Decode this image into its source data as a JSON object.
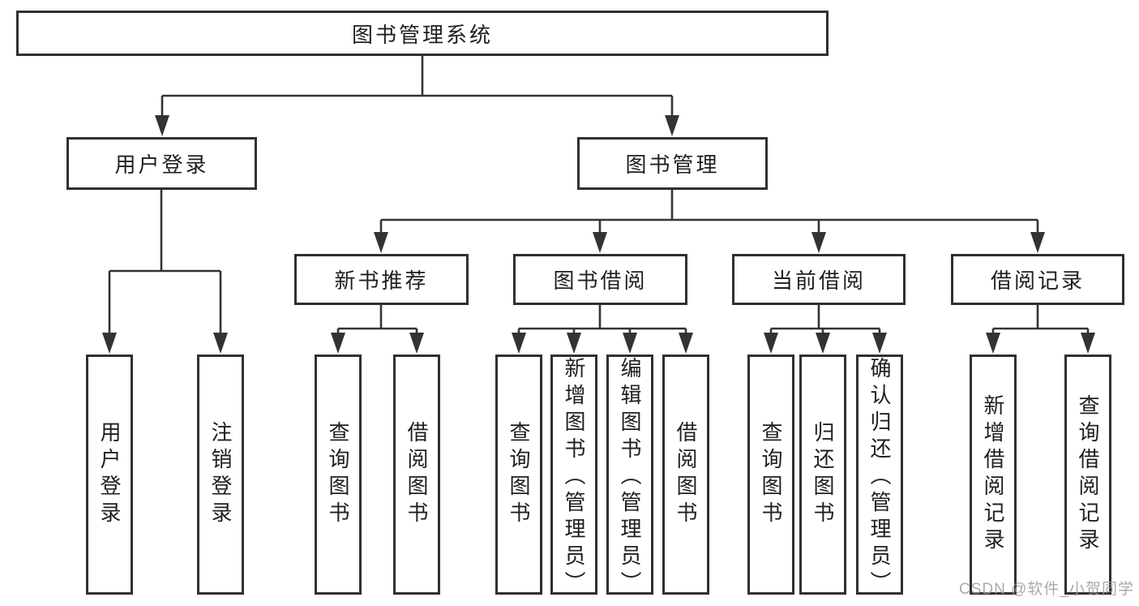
{
  "diagram": {
    "root": {
      "label": "图书管理系统"
    },
    "branches": [
      {
        "label": "用户登录",
        "children": [
          {
            "label": "用户登录"
          },
          {
            "label": "注销登录"
          }
        ]
      },
      {
        "label": "图书管理",
        "children": [
          {
            "label": "新书推荐",
            "children": [
              {
                "label": "查询图书"
              },
              {
                "label": "借阅图书"
              }
            ]
          },
          {
            "label": "图书借阅",
            "children": [
              {
                "label": "查询图书"
              },
              {
                "label": "新增图书（管理员）"
              },
              {
                "label": "编辑图书（管理员）"
              },
              {
                "label": "借阅图书"
              }
            ]
          },
          {
            "label": "当前借阅",
            "children": [
              {
                "label": "查询图书"
              },
              {
                "label": "归还图书"
              },
              {
                "label": "确认归还（管理员）"
              }
            ]
          },
          {
            "label": "借阅记录",
            "children": [
              {
                "label": "新增借阅记录"
              },
              {
                "label": "查询借阅记录"
              }
            ]
          }
        ]
      }
    ]
  },
  "watermark": {
    "text": "CSDN @软件_小贺同学"
  },
  "colors": {
    "line": "#333333",
    "border": "#303030",
    "text": "#1f1f1f",
    "watermark": "#9c9c9c",
    "background": "#ffffff"
  }
}
